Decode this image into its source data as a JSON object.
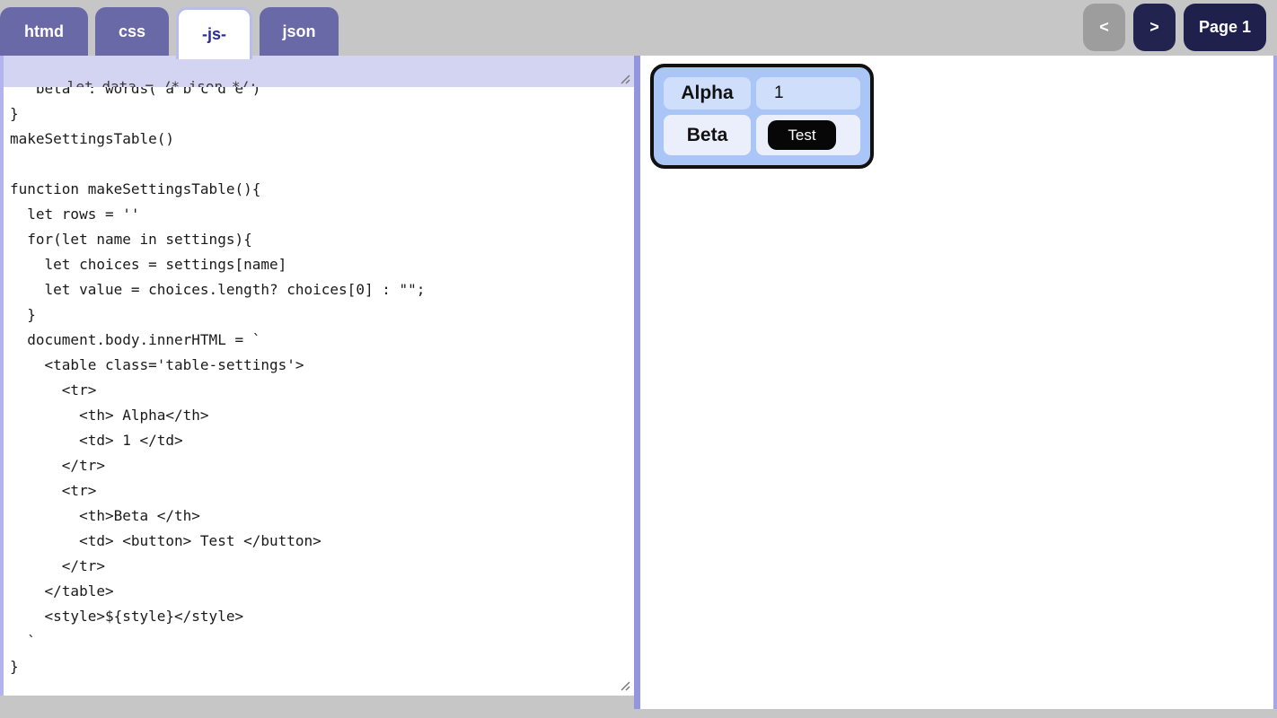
{
  "tabs": {
    "items": [
      {
        "label": "htmd",
        "active": false
      },
      {
        "label": "css",
        "active": false
      },
      {
        "label": "-js-",
        "active": true
      },
      {
        "label": "json",
        "active": false
      }
    ]
  },
  "pager": {
    "prev_label": "<",
    "next_label": ">",
    "page_label": "Page 1"
  },
  "editor": {
    "header_line": "let data = /* json */;",
    "code_lines": [
      "  'beta' : words('a b c d e')",
      "}",
      "makeSettingsTable()",
      "",
      "function makeSettingsTable(){",
      "  let rows = ''",
      "  for(let name in settings){",
      "    let choices = settings[name]",
      "    let value = choices.length? choices[0] : \"\";",
      "  }",
      "  document.body.innerHTML = `",
      "    <table class='table-settings'>",
      "      <tr>",
      "        <th> Alpha</th>",
      "        <td> 1 </td>",
      "      </tr>",
      "      <tr>",
      "        <th>Beta </th>",
      "        <td> <button> Test </button>",
      "      </tr>",
      "    </table>",
      "    <style>${style}</style>",
      "  `",
      "}"
    ]
  },
  "preview": {
    "table_rows": [
      {
        "header": "Alpha",
        "value": "1",
        "value_type": "text"
      },
      {
        "header": "Beta",
        "value": "Test",
        "value_type": "button"
      }
    ]
  },
  "colors": {
    "tab_purple": "#6a69a7",
    "active_tab_text": "#2b2b94",
    "active_tab_border": "#babce9",
    "header_band_bg": "#d2d4f1",
    "divider_purple": "#9395de",
    "pane_border_light": "#b3b4ee",
    "nav_navy": "#232350",
    "nav_gray": "#9d9d9d",
    "table_outer_blue": "#a9c6f6",
    "table_row1_blue": "#cfdefb",
    "table_row2_lavender": "#ebeefb",
    "test_button_black": "#070707",
    "page_bg_gray": "#c6c6c6"
  }
}
